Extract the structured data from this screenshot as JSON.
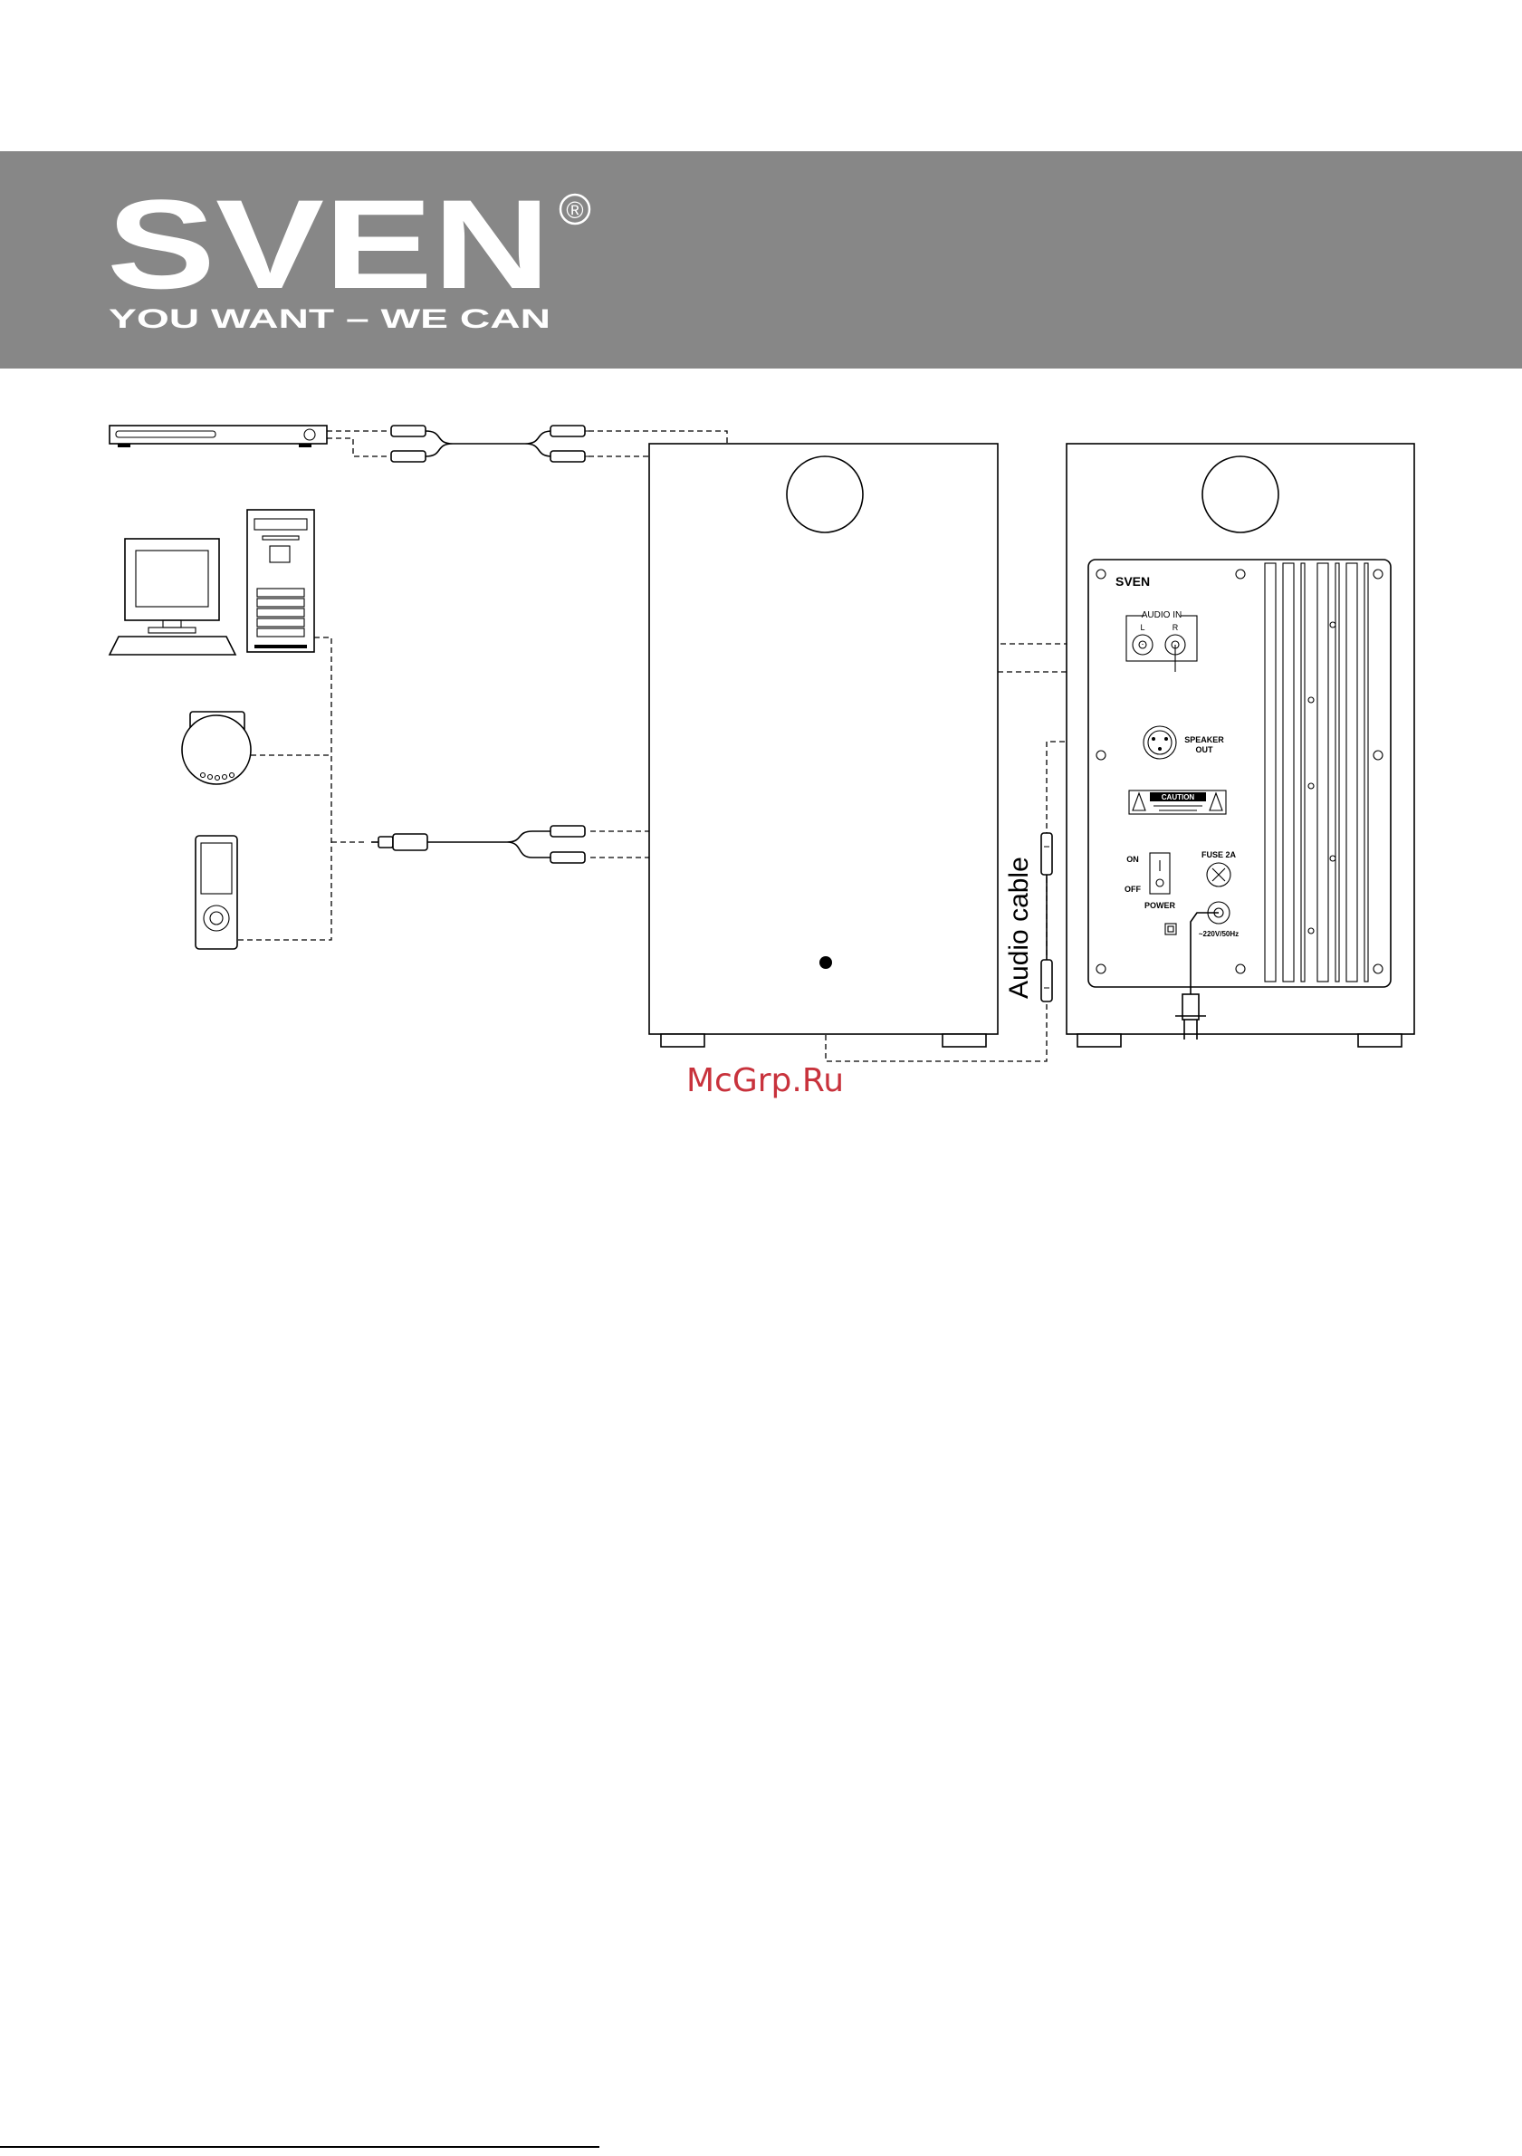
{
  "brand": {
    "logo": "SVEN",
    "registered_mark": "®",
    "tagline": "YOU WANT – WE CAN"
  },
  "panel": {
    "brand": "SVEN",
    "audio_in_label": "AUDIO IN",
    "channel_left": "L",
    "channel_right": "R",
    "speaker_out_label": "SPEAKER",
    "speaker_out_label_2": "OUT",
    "caution_label": "CAUTION",
    "power_on": "ON",
    "power_off": "OFF",
    "power_label": "POWER",
    "fuse_label": "FUSE 2A",
    "mains_label": "~220V/50Hz"
  },
  "cable_label": "Audio cable",
  "watermark": "McGrp.Ru",
  "icons": [
    "dvd-player-icon",
    "desktop-computer-icon",
    "cd-player-icon",
    "mp3-player-icon",
    "rca-cable-icon",
    "minijack-cable-icon",
    "power-plug-icon"
  ],
  "colors": {
    "banner": "#878787",
    "logo": "#ffffff",
    "watermark": "#c8323c",
    "lines": "#000000"
  }
}
